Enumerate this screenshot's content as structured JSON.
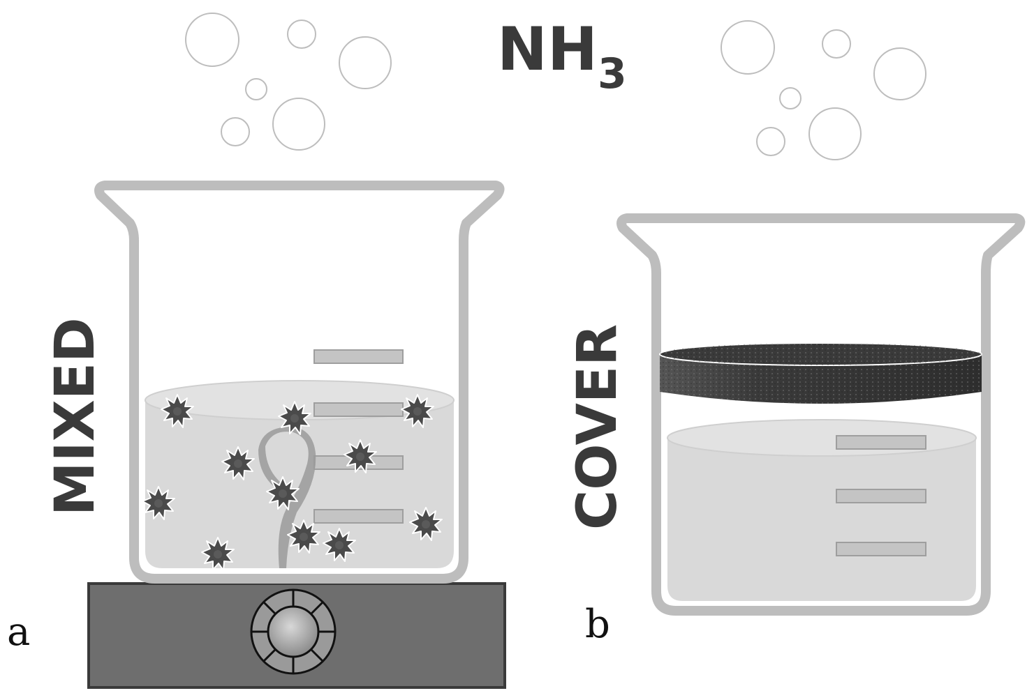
{
  "gas": {
    "formula_main": "NH",
    "formula_sub": "3"
  },
  "panel_a": {
    "letter": "a",
    "label": "MIXED",
    "apparatus": [
      "beaker",
      "stir-bar",
      "sea-urchin-particles",
      "magnetic-stirrer-hotplate"
    ]
  },
  "panel_b": {
    "letter": "b",
    "label": "COVER",
    "apparatus": [
      "beaker",
      "covering-film-disc"
    ]
  },
  "colors": {
    "beaker_outline": "#bdbdbd",
    "liquid": "#d9d9d9",
    "graduation": "#c4c4c4",
    "particle": "#4a4a4a",
    "stirrer_base": "#6e6e6e",
    "film": "#3c3c3c",
    "text": "#3a3a3a"
  }
}
